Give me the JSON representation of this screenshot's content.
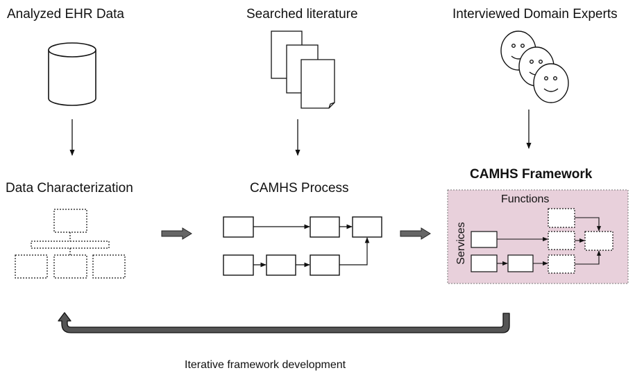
{
  "sources": {
    "ehr_label": "Analyzed EHR Data",
    "literature_label": "Searched literature",
    "experts_label": "Interviewed Domain Experts"
  },
  "stages": {
    "characterization_label": "Data Characterization",
    "process_label": "CAMHS Process",
    "framework_label": "CAMHS Framework"
  },
  "framework": {
    "functions_label": "Functions",
    "services_label": "Services",
    "panel_color": "#e8d0db"
  },
  "loop": {
    "label": "Iterative framework development",
    "arrow_color": "#555555"
  }
}
